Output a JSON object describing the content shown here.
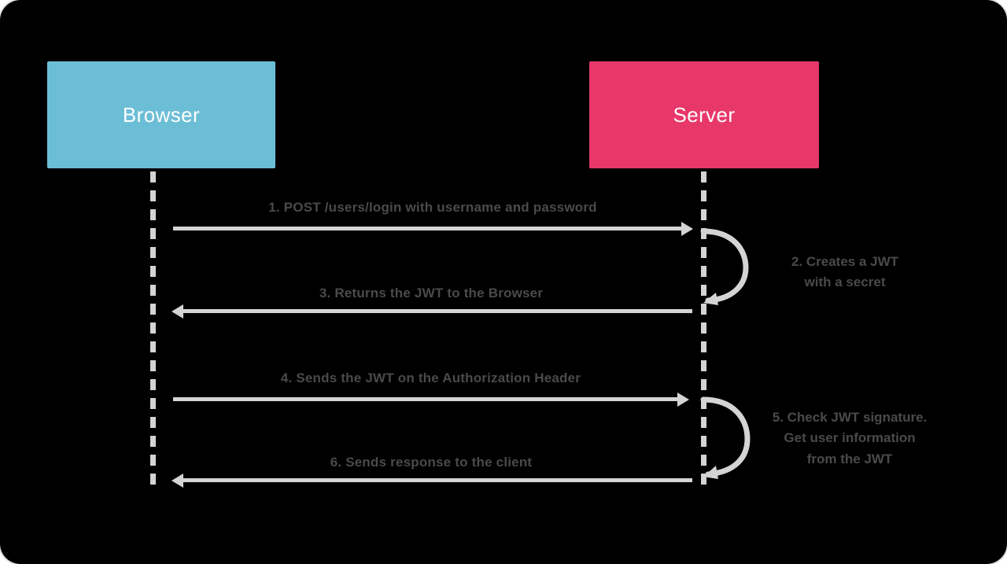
{
  "diagram": {
    "title": "JWT authentication sequence diagram",
    "background_color": "#000000",
    "frame_border_color": "#dfe3e6",
    "line_color": "#d4d4d4",
    "text_color": "#4a4a4a"
  },
  "participants": [
    {
      "id": "browser",
      "label": "Browser",
      "color": "#6cbed6",
      "text_color": "#ffffff"
    },
    {
      "id": "server",
      "label": "Server",
      "color": "#e8386a",
      "text_color": "#ffffff"
    }
  ],
  "messages": [
    {
      "step": "1",
      "label": "1. POST /users/login with username and password",
      "from": "browser",
      "to": "server",
      "direction": "right"
    },
    {
      "step": "3",
      "label": "3. Returns the JWT to the Browser",
      "from": "server",
      "to": "browser",
      "direction": "left"
    },
    {
      "step": "4",
      "label": "4. Sends the JWT on the Authorization Header",
      "from": "browser",
      "to": "server",
      "direction": "right"
    },
    {
      "step": "6",
      "label": "6. Sends response to the client",
      "from": "server",
      "to": "browser",
      "direction": "left"
    }
  ],
  "self_messages": [
    {
      "step": "2",
      "actor": "server",
      "lines": [
        "2. Creates a JWT",
        "with a secret"
      ],
      "text": "2. Creates a JWT with a secret"
    },
    {
      "step": "5",
      "actor": "server",
      "lines": [
        "5. Check JWT signature.",
        "Get user information",
        "from the JWT"
      ],
      "text": "5. Check JWT signature. Get user information from the JWT"
    }
  ]
}
